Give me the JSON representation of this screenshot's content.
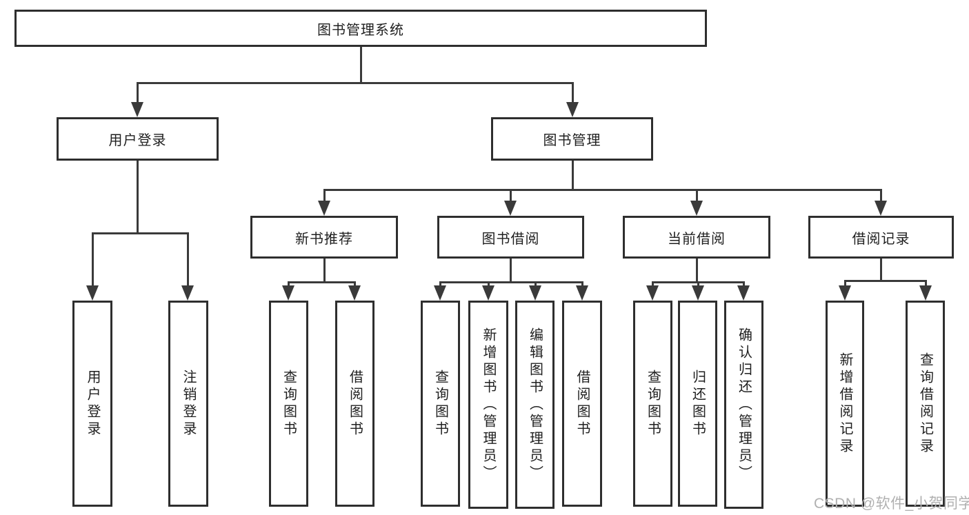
{
  "diagram": {
    "type": "tree",
    "title": "图书管理系统",
    "watermark": "CSDN @软件_小贺同学",
    "colors": {
      "line": "#3a3a3a",
      "box_border": "#2e2e2e",
      "box_bg": "#ffffff",
      "text": "#1f1f1f",
      "watermark": "#b0b0b0",
      "background": "#ffffff"
    },
    "nodes": {
      "root": {
        "label": "图书管理系统",
        "children": [
          "user_login",
          "book_mgmt"
        ]
      },
      "user_login": {
        "label": "用户登录",
        "children": [
          "user_login_leaf",
          "logout_leaf"
        ]
      },
      "book_mgmt": {
        "label": "图书管理",
        "children": [
          "new_books",
          "book_borrow",
          "current_borrow",
          "borrow_records"
        ]
      },
      "new_books": {
        "label": "新书推荐",
        "children": [
          "nb_query",
          "nb_borrow"
        ]
      },
      "book_borrow": {
        "label": "图书借阅",
        "children": [
          "bb_query",
          "bb_add",
          "bb_edit",
          "bb_borrow"
        ]
      },
      "current_borrow": {
        "label": "当前借阅",
        "children": [
          "cb_query",
          "cb_return",
          "cb_confirm"
        ]
      },
      "borrow_records": {
        "label": "借阅记录",
        "children": [
          "br_add",
          "br_query"
        ]
      },
      "user_login_leaf": {
        "label": "用户登录"
      },
      "logout_leaf": {
        "label": "注销登录"
      },
      "nb_query": {
        "label": "查询图书"
      },
      "nb_borrow": {
        "label": "借阅图书"
      },
      "bb_query": {
        "label": "查询图书"
      },
      "bb_add": {
        "label": "新增图书（管理员）"
      },
      "bb_edit": {
        "label": "编辑图书（管理员）"
      },
      "bb_borrow": {
        "label": "借阅图书"
      },
      "cb_query": {
        "label": "查询图书"
      },
      "cb_return": {
        "label": "归还图书"
      },
      "cb_confirm": {
        "label": "确认归还（管理员）"
      },
      "br_add": {
        "label": "新增借阅记录"
      },
      "br_query": {
        "label": "查询借阅记录"
      }
    }
  }
}
